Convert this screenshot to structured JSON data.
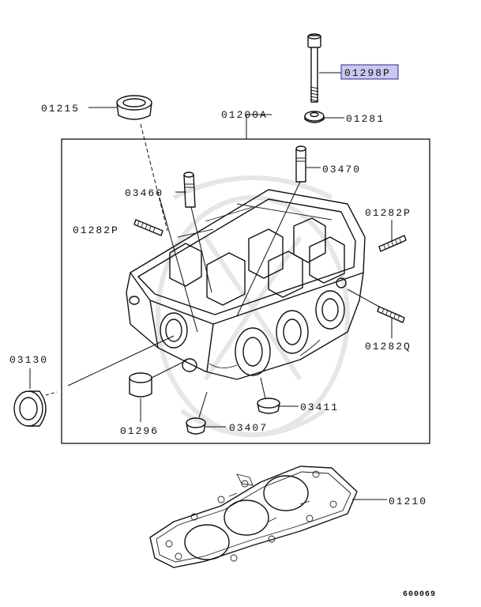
{
  "labels": {
    "bolt": "01298P",
    "washer": "01281",
    "cap_seal": "01215",
    "head_assembly": "01200A",
    "guide_upper": "03470",
    "guide_left": "03460",
    "stud_left": "01282P",
    "stud_right_upper": "01282P",
    "stud_right_lower": "01282Q",
    "oil_seal": "03130",
    "plug_bottom": "01296",
    "plug_cap": "03407",
    "plug_right": "03411",
    "gasket": "01210"
  },
  "figure_number": "600069",
  "colors": {
    "highlight_fill": "#c8c8f0",
    "highlight_stroke": "#2a2a8a",
    "line": "#111111"
  }
}
